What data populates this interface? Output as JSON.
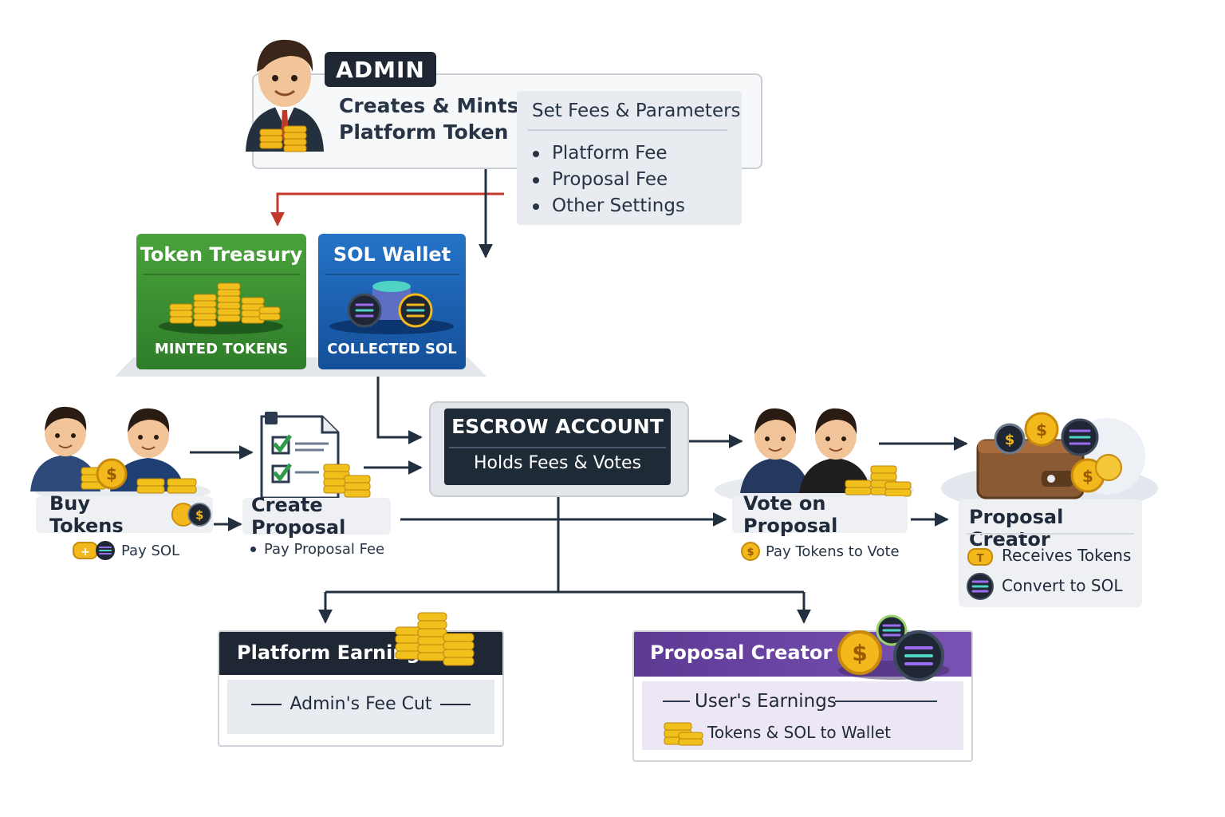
{
  "admin": {
    "badge": "ADMIN",
    "line1": "Creates & Mints",
    "line2": "Platform Token",
    "settings_title": "Set Fees & Parameters",
    "settings": [
      "Platform Fee",
      "Proposal Fee",
      "Other Settings"
    ]
  },
  "treasury": {
    "token_title": "Token Treasury",
    "token_caption": "MINTED TOKENS",
    "sol_title": "SOL Wallet",
    "sol_caption": "COLLECTED SOL"
  },
  "escrow": {
    "title": "ESCROW ACCOUNT",
    "subtitle": "Holds Fees & Votes"
  },
  "buy": {
    "label": "Buy Tokens",
    "sub": "Pay SOL"
  },
  "create": {
    "label": "Create Proposal",
    "sub": "Pay Proposal Fee"
  },
  "vote": {
    "label": "Vote on Proposal",
    "sub": "Pay Tokens to Vote"
  },
  "creator": {
    "title": "Proposal Creator",
    "item1": "Receives Tokens",
    "item2": "Convert to SOL"
  },
  "platform_earnings": {
    "title": "Platform Earnings",
    "sub": "Admin's Fee Cut"
  },
  "user_earnings": {
    "title": "Proposal Creator",
    "sub": "User's Earnings",
    "item": "Tokens & SOL to Wallet"
  },
  "colors": {
    "dark": "#1e2733",
    "green": "#3a8f32",
    "blue": "#1c62b3",
    "purple": "#6a45a6",
    "arrow_red": "#c0392b",
    "gold": "#f2b81c"
  }
}
